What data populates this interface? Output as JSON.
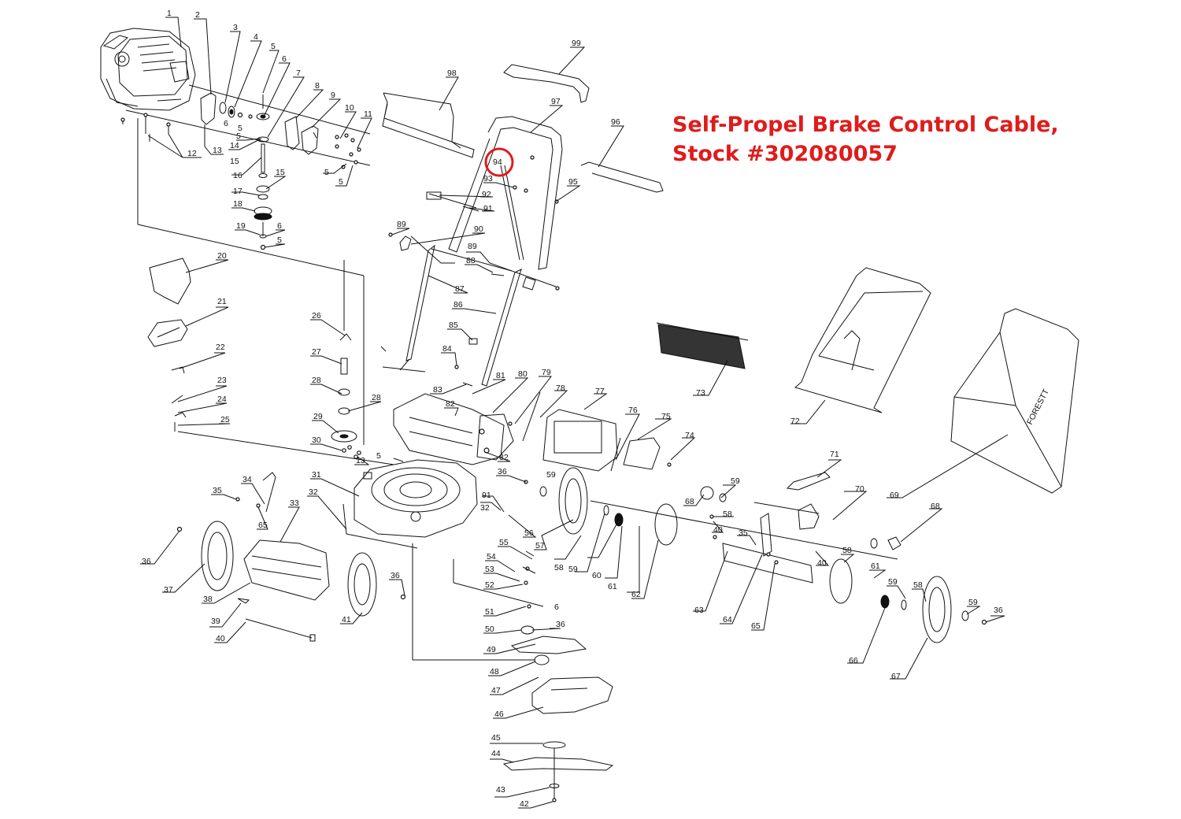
{
  "callout": {
    "line1": "Self-Propel Brake Control Cable,",
    "line2": "Stock #302080057",
    "color": "#e01b1b",
    "highlighted_part": "94"
  },
  "part_numbers": [
    "1",
    "2",
    "3",
    "4",
    "5",
    "6",
    "7",
    "8",
    "9",
    "10",
    "11",
    "12",
    "13",
    "14",
    "15",
    "16",
    "17",
    "18",
    "19",
    "20",
    "21",
    "22",
    "23",
    "24",
    "25",
    "26",
    "27",
    "28",
    "29",
    "30",
    "31",
    "32",
    "33",
    "34",
    "35",
    "36",
    "37",
    "38",
    "39",
    "40",
    "41",
    "42",
    "43",
    "44",
    "45",
    "46",
    "47",
    "48",
    "49",
    "50",
    "51",
    "52",
    "53",
    "54",
    "55",
    "56",
    "57",
    "58",
    "59",
    "60",
    "61",
    "62",
    "63",
    "64",
    "65",
    "66",
    "67",
    "68",
    "69",
    "70",
    "71",
    "72",
    "73",
    "74",
    "75",
    "76",
    "77",
    "78",
    "79",
    "80",
    "81",
    "82",
    "83",
    "84",
    "85",
    "86",
    "87",
    "88",
    "89",
    "90",
    "91",
    "92",
    "93",
    "94",
    "95",
    "96",
    "97",
    "98",
    "99"
  ],
  "grass_bag_brand": "FORESTT"
}
